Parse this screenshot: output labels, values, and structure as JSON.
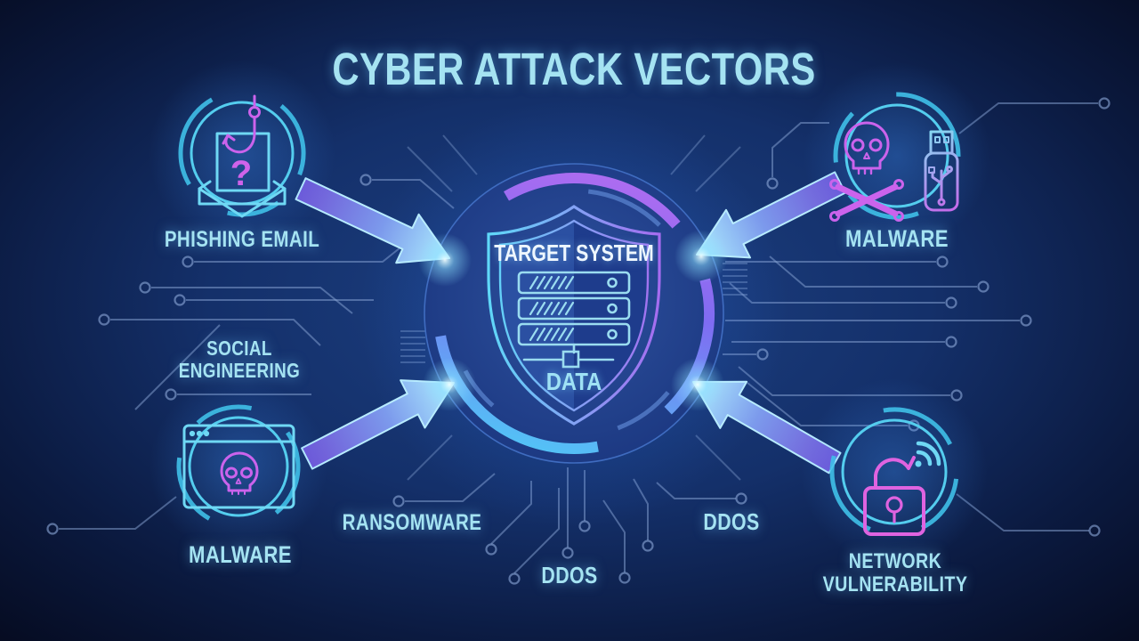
{
  "title": "CYBER ATTACK VECTORS",
  "hub": {
    "shield_label": "TARGET SYSTEM",
    "data_label": "DATA",
    "icon": "shield-server-icon"
  },
  "vectors": [
    {
      "id": "phishing-email",
      "position": "top-left",
      "label": "PHISHING EMAIL",
      "icon": "phishing-email-icon",
      "icon_glyph": "?"
    },
    {
      "id": "malware-usb",
      "position": "top-right",
      "label": "MALWARE",
      "icon": "skull-crossbones-usb-icon"
    },
    {
      "id": "malware-web",
      "position": "bottom-left",
      "label": "MALWARE",
      "icon": "browser-skull-icon"
    },
    {
      "id": "network-vulnerability",
      "position": "bottom-right",
      "label_line1": "NETWORK",
      "label_line2": "VULNERABILITY",
      "icon": "unlocked-padlock-wifi-icon"
    }
  ],
  "floating_labels": [
    {
      "id": "social-engineering",
      "line1": "SOCIAL",
      "line2": "ENGINEERING"
    },
    {
      "id": "ransomware",
      "text": "RANSOMWARE"
    },
    {
      "id": "ddos-bottom-center",
      "text": "DDOS"
    },
    {
      "id": "ddos-bottom-right",
      "text": "DDOS"
    }
  ],
  "colors": {
    "background": "#0c1d45",
    "title_text": "#a5e3f2",
    "label_text": "#a5e3f2",
    "cyan_accent": "#52d2f0",
    "magenta_accent": "#c661ea",
    "arrow_head": "#a5ecff",
    "arrow_tail": "#6f55d6",
    "trace": "#8aa6d6"
  }
}
